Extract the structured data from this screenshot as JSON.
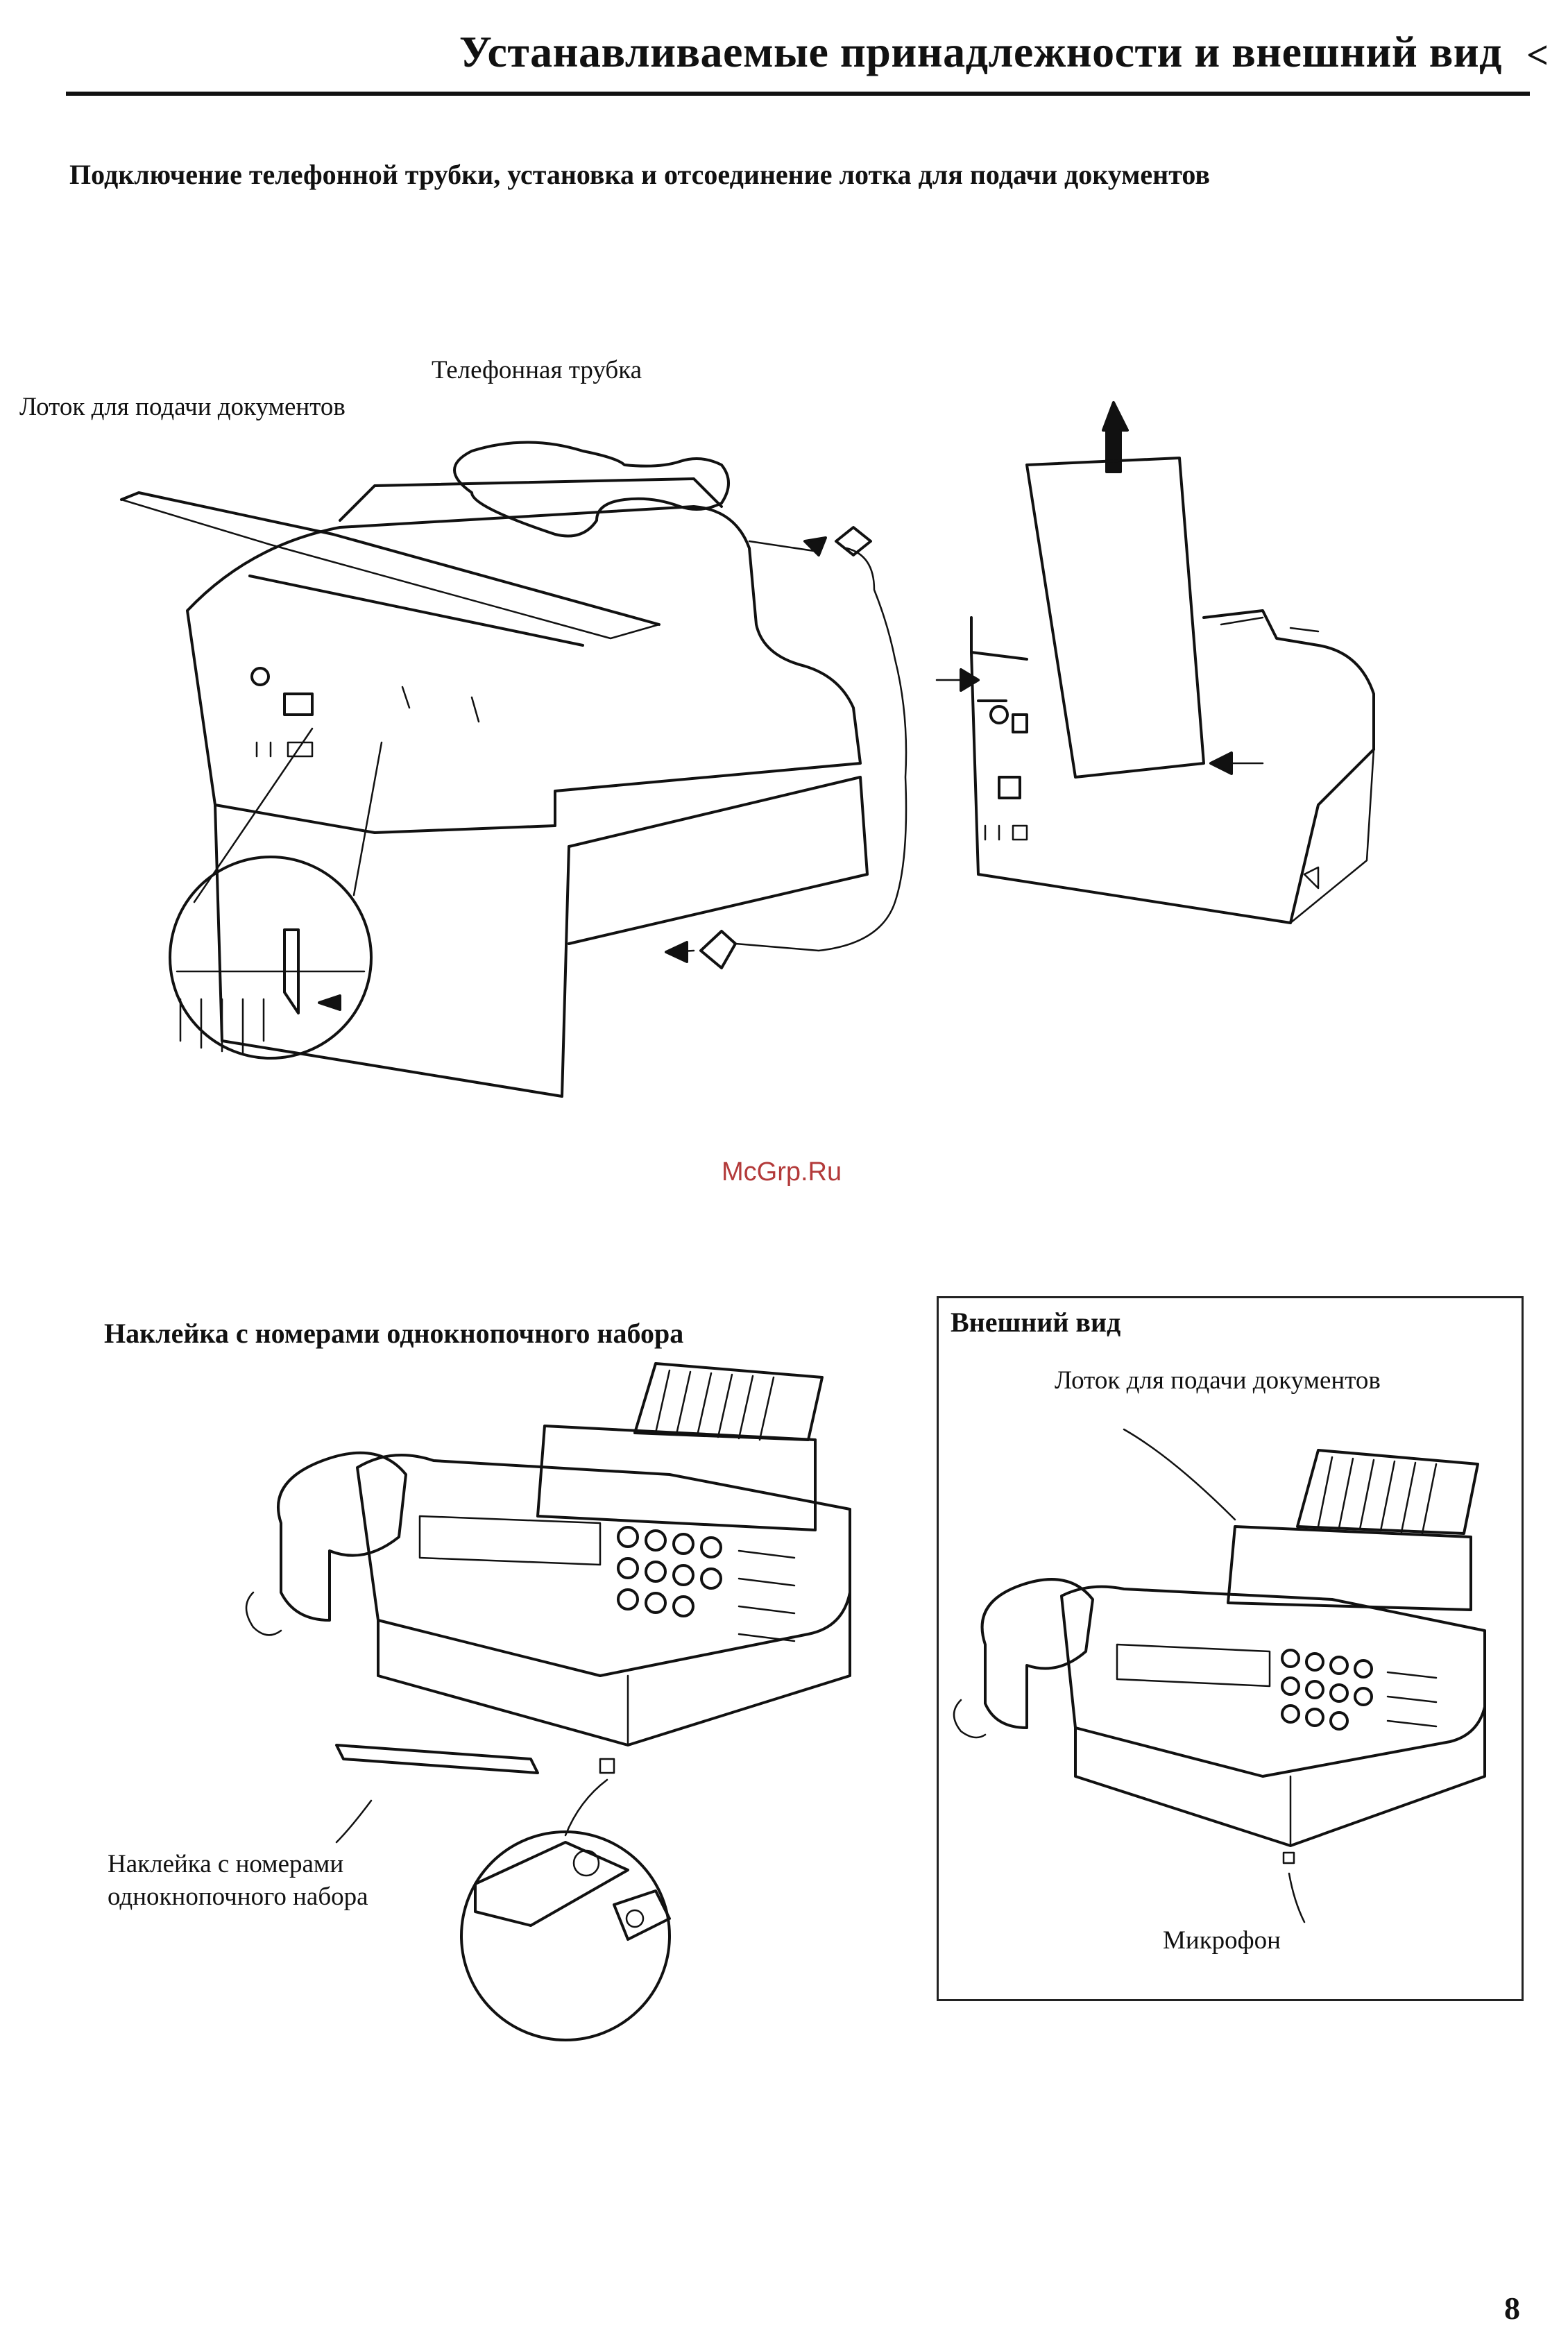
{
  "header": {
    "title": "Устанавливаемые принадлежности и внешний вид",
    "mark": "<"
  },
  "section_connect": {
    "title": "Подключение телефонной трубки, установка и отсоединение лотка для подачи документов",
    "label_handset": "Телефонная трубка",
    "label_tray": "Лоток для подачи документов"
  },
  "watermark": "McGrp.Ru",
  "section_sticker": {
    "title": "Наклейка с номерами однокнопочного набора",
    "label_line1": "Наклейка с номерами",
    "label_line2": "однокнопочного набора"
  },
  "section_exterior": {
    "title": "Внешний вид",
    "label_tray": "Лоток для подачи документов",
    "label_mic": "Микрофон"
  },
  "page_number": "8"
}
